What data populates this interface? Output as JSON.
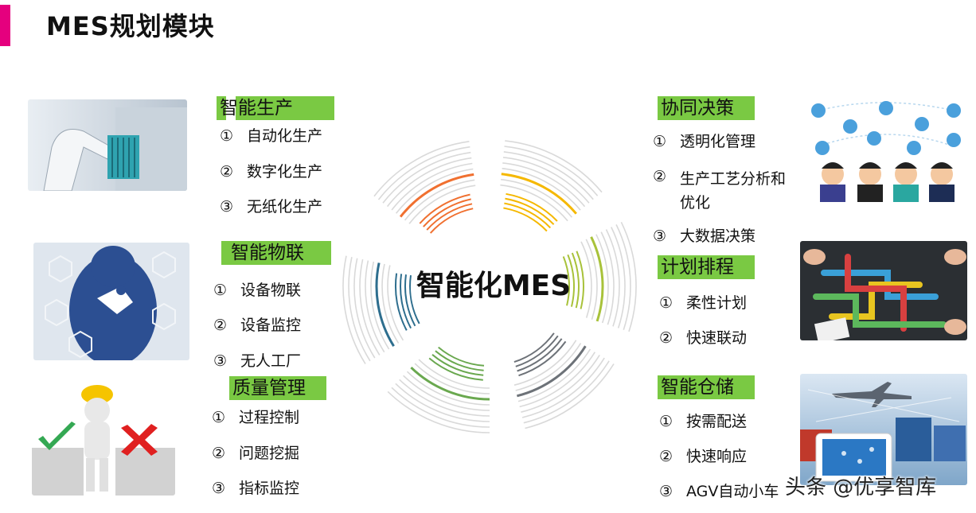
{
  "header": {
    "title": "MES规划模块",
    "accent_color": "#e5007e"
  },
  "center": {
    "label": "智能化MES"
  },
  "modules": {
    "production": {
      "title": "智能生产",
      "items": [
        {
          "num": "①",
          "text": "自动化生产"
        },
        {
          "num": "②",
          "text": "数字化生产"
        },
        {
          "num": "③",
          "text": "无纸化生产"
        }
      ]
    },
    "iot": {
      "title": "智能物联",
      "items": [
        {
          "num": "①",
          "text": "设备物联"
        },
        {
          "num": "②",
          "text": "设备监控"
        },
        {
          "num": "③",
          "text": "无人工厂"
        }
      ]
    },
    "quality": {
      "title": "质量管理",
      "items": [
        {
          "num": "①",
          "text": "过程控制"
        },
        {
          "num": "②",
          "text": "问题挖掘"
        },
        {
          "num": "③",
          "text": "指标监控"
        }
      ]
    },
    "decision": {
      "title": "协同决策",
      "items": [
        {
          "num": "①",
          "text": "透明化管理"
        },
        {
          "num": "②",
          "text": "生产工艺分析和优化"
        },
        {
          "num": "③",
          "text": "大数据决策"
        }
      ]
    },
    "planning": {
      "title": "计划排程",
      "items": [
        {
          "num": "①",
          "text": "柔性计划"
        },
        {
          "num": "②",
          "text": "快速联动"
        }
      ]
    },
    "warehousing": {
      "title": "智能仓储",
      "items": [
        {
          "num": "①",
          "text": "按需配送"
        },
        {
          "num": "②",
          "text": "快速响应"
        },
        {
          "num": "③",
          "text": "AGV自动小车"
        }
      ]
    }
  },
  "watermark": {
    "text": "头条 @优享智库"
  },
  "colors": {
    "header_highlight": "#7ac943",
    "arc_colors": [
      "#d9d9d9",
      "#f07030",
      "#f5b800",
      "#a8c23a",
      "#6d7278",
      "#6aa84f",
      "#2e6e8e"
    ]
  }
}
